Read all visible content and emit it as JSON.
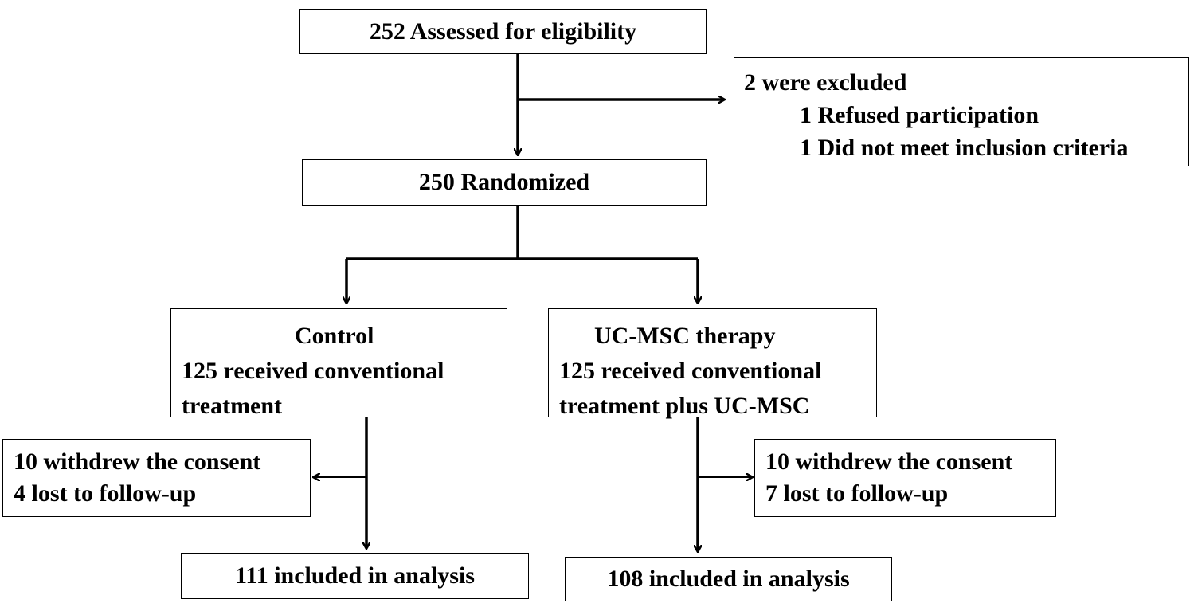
{
  "flowchart": {
    "assessed": "252 Assessed for eligibility",
    "excluded": {
      "title": "2 were excluded",
      "reasons": [
        "1 Refused participation",
        "1 Did not meet inclusion criteria"
      ]
    },
    "randomized": "250 Randomized",
    "control": {
      "title": "Control",
      "detail_1": "125 received conventional",
      "detail_2": "treatment",
      "dropout_1": "10 withdrew the consent",
      "dropout_2": "4 lost to follow-up",
      "analysis": "111 included in analysis"
    },
    "ucmsc": {
      "title": "UC-MSC therapy",
      "detail_1": "125 received conventional",
      "detail_2": "treatment plus UC-MSC",
      "dropout_1": "10 withdrew the consent",
      "dropout_2": "7 lost to follow-up",
      "analysis": "108 included in analysis"
    }
  }
}
